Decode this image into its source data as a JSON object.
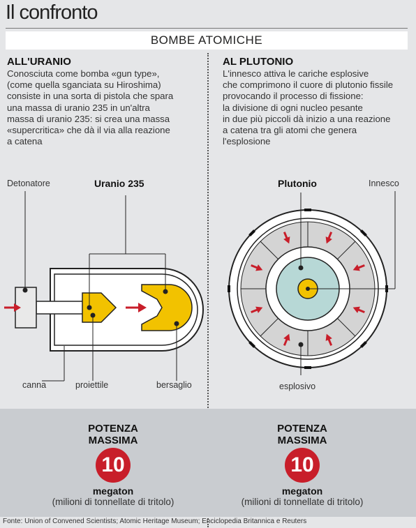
{
  "title": "Il confronto",
  "banner": "BOMBE ATOMICHE",
  "left": {
    "heading": "ALL'URANIO",
    "lines": [
      "Conosciuta come bomba «gun type»,",
      "(come quella sganciata su Hiroshima)",
      "consiste in una sorta di pistola che spara",
      "una massa di uranio 235 in un'altra",
      "massa di uranio 235: si crea una massa",
      "«supercritica» che dà il via alla reazione",
      "a catena"
    ],
    "labels": {
      "detonatore": "Detonatore",
      "uranio": "Uranio 235",
      "canna": "canna",
      "proiettile": "proiettile",
      "bersaglio": "bersaglio"
    }
  },
  "right": {
    "heading": "AL PLUTONIO",
    "lines": [
      "L'innesco attiva le cariche esplosive",
      "che comprimono il cuore di plutonio fissile",
      "provocando il processo di fissione:",
      "la divisione di ogni nucleo pesante",
      "in due più piccoli dà inizio a una reazione",
      "a catena tra gli atomi che genera",
      "l'esplosione"
    ],
    "labels": {
      "plutonio": "Plutonio",
      "innesco": "Innesco",
      "esplosivo": "esplosivo"
    }
  },
  "power": [
    {
      "heading1": "POTENZA",
      "heading2": "MASSIMA",
      "value": "10",
      "unit": "megaton",
      "sub": "(milioni di tonnellate di tritolo)"
    },
    {
      "heading1": "POTENZA",
      "heading2": "MASSIMA",
      "value": "10",
      "unit": "megaton",
      "sub": "(milioni di tonnellate di tritolo)"
    }
  ],
  "footer": "Fonte: Union of Convened Scientists; Atomic Heritage Museum; Enciclopedia Britannica e Reuters",
  "colors": {
    "yellow": "#f2c200",
    "red": "#c81e2a",
    "teal": "#b7d8d6",
    "gray": "#d4d4d4",
    "panel": "#e5e6e8",
    "bottom": "#c9ccd0"
  }
}
